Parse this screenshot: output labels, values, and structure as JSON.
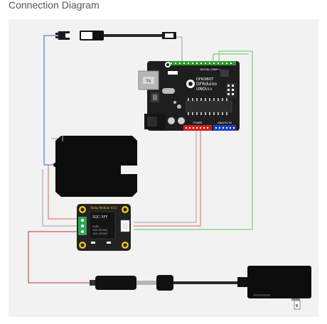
{
  "page": {
    "title": "Connection Diagram"
  },
  "board": {
    "brand": "DFROBOT",
    "name": "DFRduino",
    "model": "UNO",
    "model_suffix": "V3.0",
    "digital_label": "DIGITAL (PWM~)",
    "power_label": "POWER",
    "analog_label": "ANALOG IN"
  },
  "relay_module": {
    "title": "Relay Module V3.1",
    "relay_model": "SQC-3FF",
    "rating_1": "5VDC",
    "rating_2": "10A 250VAC",
    "rating_3": "10A 125VAC"
  },
  "colors": {
    "wire_signal": "#5fc75f",
    "wire_vcc": "#e06060",
    "wire_gnd": "#a0a0a0",
    "wire_load_blue": "#4060c0",
    "board_body": "#1e1e1e",
    "module_body": "#222222",
    "module_gold": "#f0c020",
    "terminal_green": "#2fa84f",
    "header_green": "#2a9a2a",
    "header_red": "#d02020",
    "header_blue": "#2040c0",
    "panel_bg": "#f2f2f2"
  },
  "icons": {
    "power_plug": "ac-power-plug-icon",
    "jack": "dc-barrel-jack-icon",
    "lamp": "load-device-icon",
    "usb": "usb-port-icon"
  }
}
